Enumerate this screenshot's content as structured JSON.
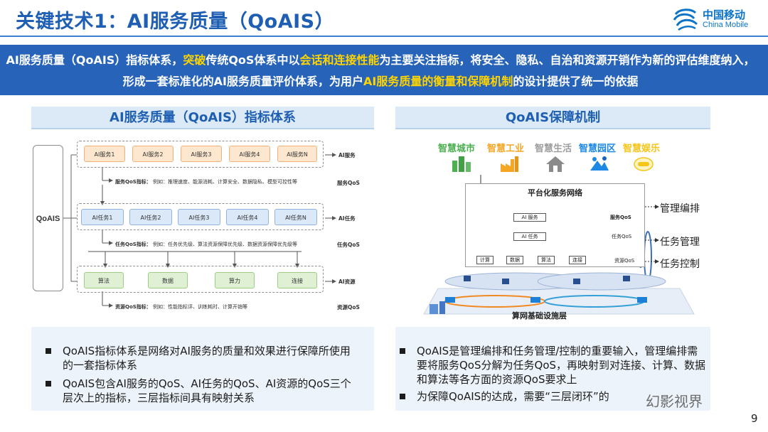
{
  "header": {
    "title": "关键技术1：AI服务质量（QoAIS）",
    "logo_cn": "中国移动",
    "logo_en": "China Mobile"
  },
  "banner": {
    "p1": "AI服务质量（QoAIS）指标体系，",
    "h1": "突破",
    "p2": "传统QoS体系中以",
    "h2": "会话和连接性能",
    "p3": "为主要关注指标，将安全、隐私、自治和资源开销作为新的评估维度纳入，形成一套标准化的AI服务质量评价体系，为用户",
    "h3": "AI服务质量的衡量和保障机制",
    "p4": "的设计提供了统一的依据"
  },
  "left_panel": {
    "title": "AI服务质量（QoAIS）指标体系",
    "qoais": "QoAIS",
    "services": [
      "AI服务1",
      "AI服务2",
      "AI服务3",
      "AI服务4",
      "AI服务N"
    ],
    "services_label": "AI服务",
    "service_qos_title": "服务QoS指标：",
    "service_qos_text": "例如：推理速度、能源消耗、计算安全、数据隐私、模型可控性等",
    "service_qos_label": "服务QoS",
    "tasks": [
      "AI任务1",
      "AI任务2",
      "AI任务3",
      "AI任务4",
      "AI任务N"
    ],
    "tasks_label": "AI任务",
    "task_qos_title": "任务QoS指标：",
    "task_qos_text": "例如：任务优先级、算法资源保障优先级、数据资源保障优先级等",
    "task_qos_label": "任务QoS",
    "resources": [
      "算法",
      "数据",
      "算力",
      "连接"
    ],
    "resources_label": "AI资源",
    "res_qos_title": "资源QoS指标：",
    "res_qos_text": "例如：性能指标评、训练耗时、计算开销等",
    "res_qos_label": "资源QoS",
    "bullets": [
      "QoAIS指标体系是网络对AI服务的质量和效果进行保障所使用的一套指标体系",
      "QoAIS包含AI服务的QoS、AI任务的QoS、AI资源的QoS三个层次上的指标，三层指标间具有映射关系"
    ]
  },
  "right_panel": {
    "title": "QoAIS保障机制",
    "scenes": [
      {
        "label": "智慧城市",
        "color": "#4caf50"
      },
      {
        "label": "智慧工业",
        "color": "#f5a623"
      },
      {
        "label": "智慧生活",
        "color": "#9e9e9e"
      },
      {
        "label": "智慧园区",
        "color": "#1e88e5"
      },
      {
        "label": "智慧娱乐",
        "color": "#f5c518"
      }
    ],
    "platform_title": "平台化服务网络",
    "ai_service": "AI 服务",
    "ai_task": "AI 任务",
    "resources": [
      "计算",
      "数据",
      "算法",
      "连接"
    ],
    "service_qos": "服务QoS",
    "task_qos": "任务QoS",
    "res_qos": "资源QoS",
    "mgmt_orchestration": "管理编排",
    "task_management": "任务管理",
    "task_control": "任务控制",
    "infra_title": "算网基础设施层",
    "bullets": [
      "QoAIS是管理编排和任务管理/控制的重要输入，管理编排需要将服务QoS分解为任务QoS，再映射到对连接、计算、数据和算法等各方面的资源QoS要求上",
      "为保障QoAIS的达成，需要“三层闭环”的"
    ]
  },
  "footer": {
    "watermark": "幻影视界",
    "page": "9"
  }
}
